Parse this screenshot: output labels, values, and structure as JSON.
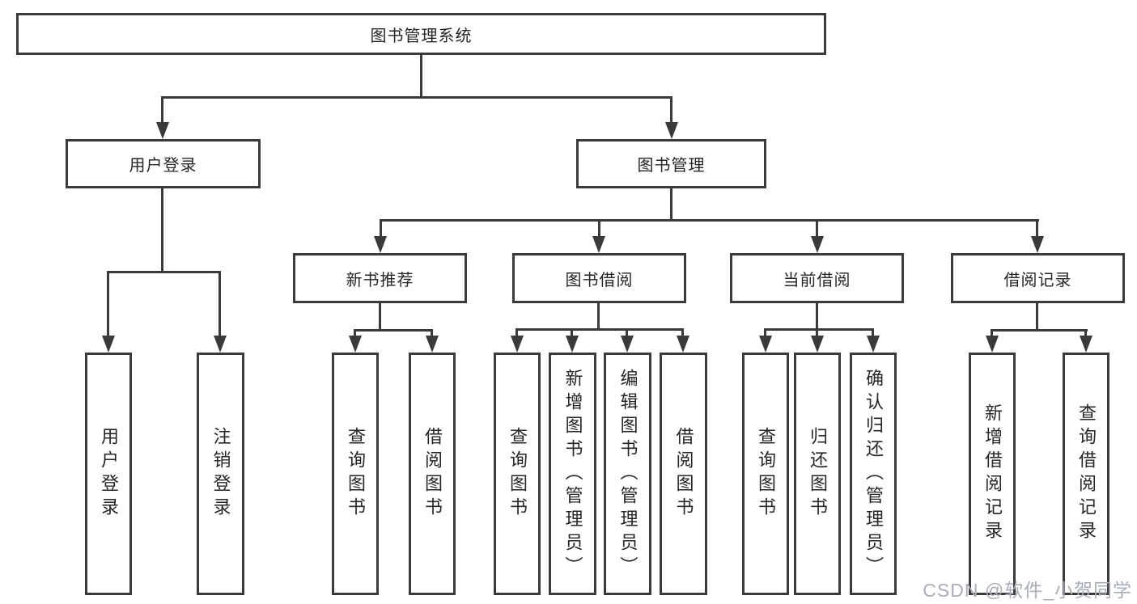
{
  "diagram": {
    "root": {
      "label": "图书管理系统"
    },
    "branches": [
      {
        "label": "用户登录",
        "children": [
          {
            "label": "用户登录"
          },
          {
            "label": "注销登录"
          }
        ]
      },
      {
        "label": "图书管理",
        "children": [
          {
            "label": "新书推荐",
            "children": [
              {
                "label": "查询图书"
              },
              {
                "label": "借阅图书"
              }
            ]
          },
          {
            "label": "图书借阅",
            "children": [
              {
                "label": "查询图书"
              },
              {
                "label": "新增图书（管理员）"
              },
              {
                "label": "编辑图书（管理员）"
              },
              {
                "label": "借阅图书"
              }
            ]
          },
          {
            "label": "当前借阅",
            "children": [
              {
                "label": "查询图书"
              },
              {
                "label": "归还图书"
              },
              {
                "label": "确认归还（管理员）"
              }
            ]
          },
          {
            "label": "借阅记录",
            "children": [
              {
                "label": "新增借阅记录"
              },
              {
                "label": "查询借阅记录"
              }
            ]
          }
        ]
      }
    ]
  },
  "watermark": "CSDN @软件_小贺同学",
  "colors": {
    "line": "#3a3a3a",
    "text": "#262626",
    "watermark": "#a9adbb",
    "background": "#ffffff"
  }
}
